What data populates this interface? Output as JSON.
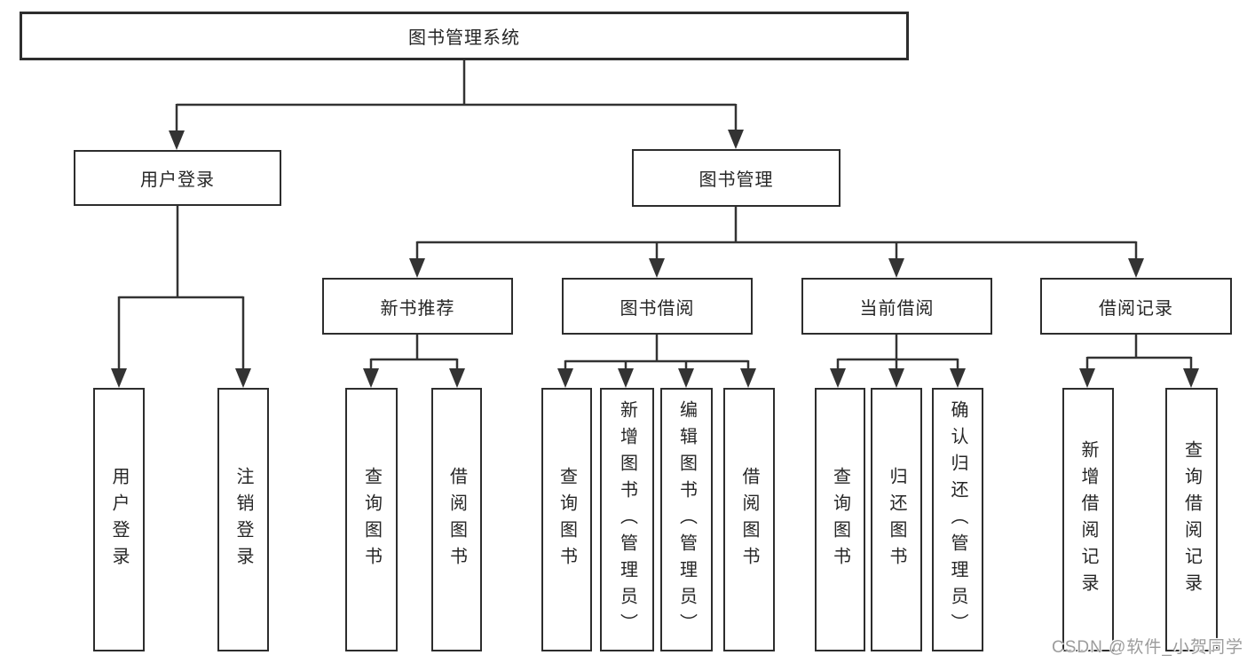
{
  "diagram": {
    "root": {
      "label": "图书管理系统"
    },
    "branches": [
      {
        "label": "用户登录",
        "children": [
          {
            "label": "用户登录"
          },
          {
            "label": "注销登录"
          }
        ]
      },
      {
        "label": "图书管理",
        "children": [
          {
            "label": "新书推荐",
            "children": [
              {
                "label": "查询图书"
              },
              {
                "label": "借阅图书"
              }
            ]
          },
          {
            "label": "图书借阅",
            "children": [
              {
                "label": "查询图书"
              },
              {
                "label": "新增图书（管理员）"
              },
              {
                "label": "编辑图书（管理员）"
              },
              {
                "label": "借阅图书"
              }
            ]
          },
          {
            "label": "当前借阅",
            "children": [
              {
                "label": "查询图书"
              },
              {
                "label": "归还图书"
              },
              {
                "label": "确认归还（管理员）"
              }
            ]
          },
          {
            "label": "借阅记录",
            "children": [
              {
                "label": "新增借阅记录"
              },
              {
                "label": "查询借阅记录"
              }
            ]
          }
        ]
      }
    ]
  },
  "watermark": {
    "text": "CSDN @软件_小贺同学"
  },
  "colors": {
    "line": "#333333",
    "box_border": "#2d2d2d",
    "text": "#262626",
    "watermark": "#9c9c9c",
    "background": "#ffffff"
  }
}
